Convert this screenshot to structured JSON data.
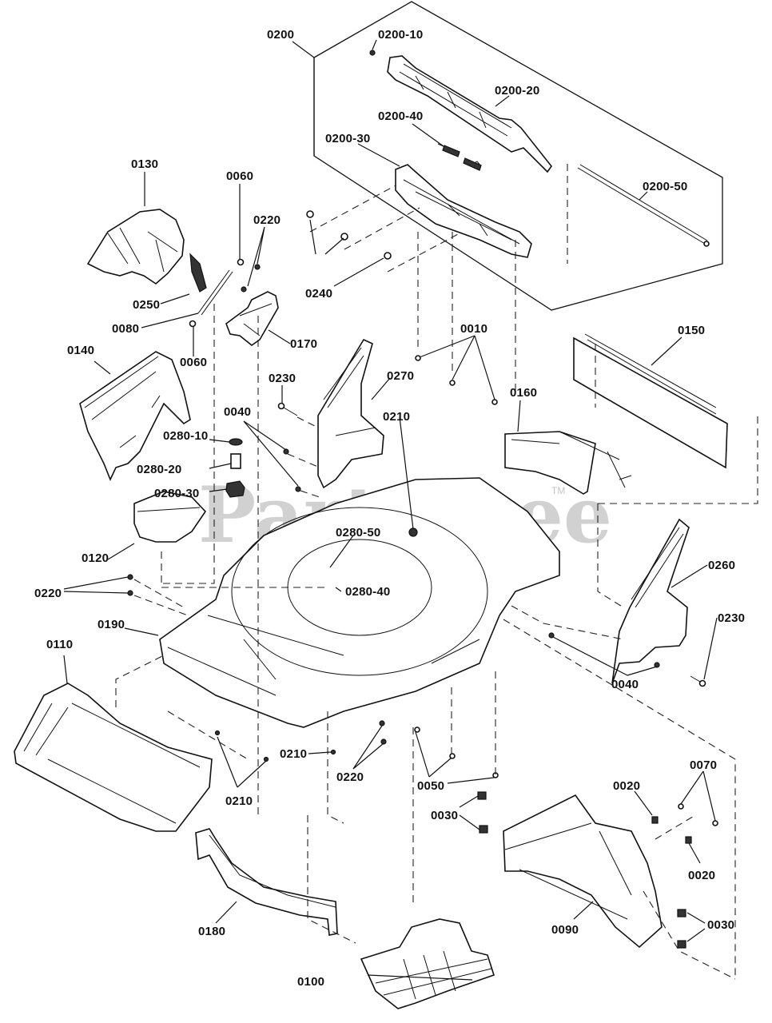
{
  "watermark": {
    "text": "PartsTree",
    "tm": "TM"
  },
  "labels": {
    "l0200": "0200",
    "l0200_10": "0200-10",
    "l0200_20": "0200-20",
    "l0200_40": "0200-40",
    "l0200_30": "0200-30",
    "l0200_50": "0200-50",
    "l0130": "0130",
    "l0060a": "0060",
    "l0220a": "0220",
    "l0250": "0250",
    "l0080": "0080",
    "l0170": "0170",
    "l0240": "0240",
    "l0060b": "0060",
    "l0140": "0140",
    "l0010": "0010",
    "l0150": "0150",
    "l0230a": "0230",
    "l0270": "0270",
    "l0040a": "0040",
    "l0210a": "0210",
    "l0160": "0160",
    "l0280_10": "0280-10",
    "l0280_20": "0280-20",
    "l0280_30": "0280-30",
    "l0280_50": "0280-50",
    "l0120": "0120",
    "l0260": "0260",
    "l0280_40": "0280-40",
    "l0220b": "0220",
    "l0230b": "0230",
    "l0190": "0190",
    "l0110": "0110",
    "l0040b": "0040",
    "l0210b": "0210",
    "l0220c": "0220",
    "l0050": "0050",
    "l0070": "0070",
    "l0210c": "0210",
    "l0020a": "0020",
    "l0030a": "0030",
    "l0020b": "0020",
    "l0180": "0180",
    "l0090": "0090",
    "l0030b": "0030",
    "l0100": "0100"
  }
}
